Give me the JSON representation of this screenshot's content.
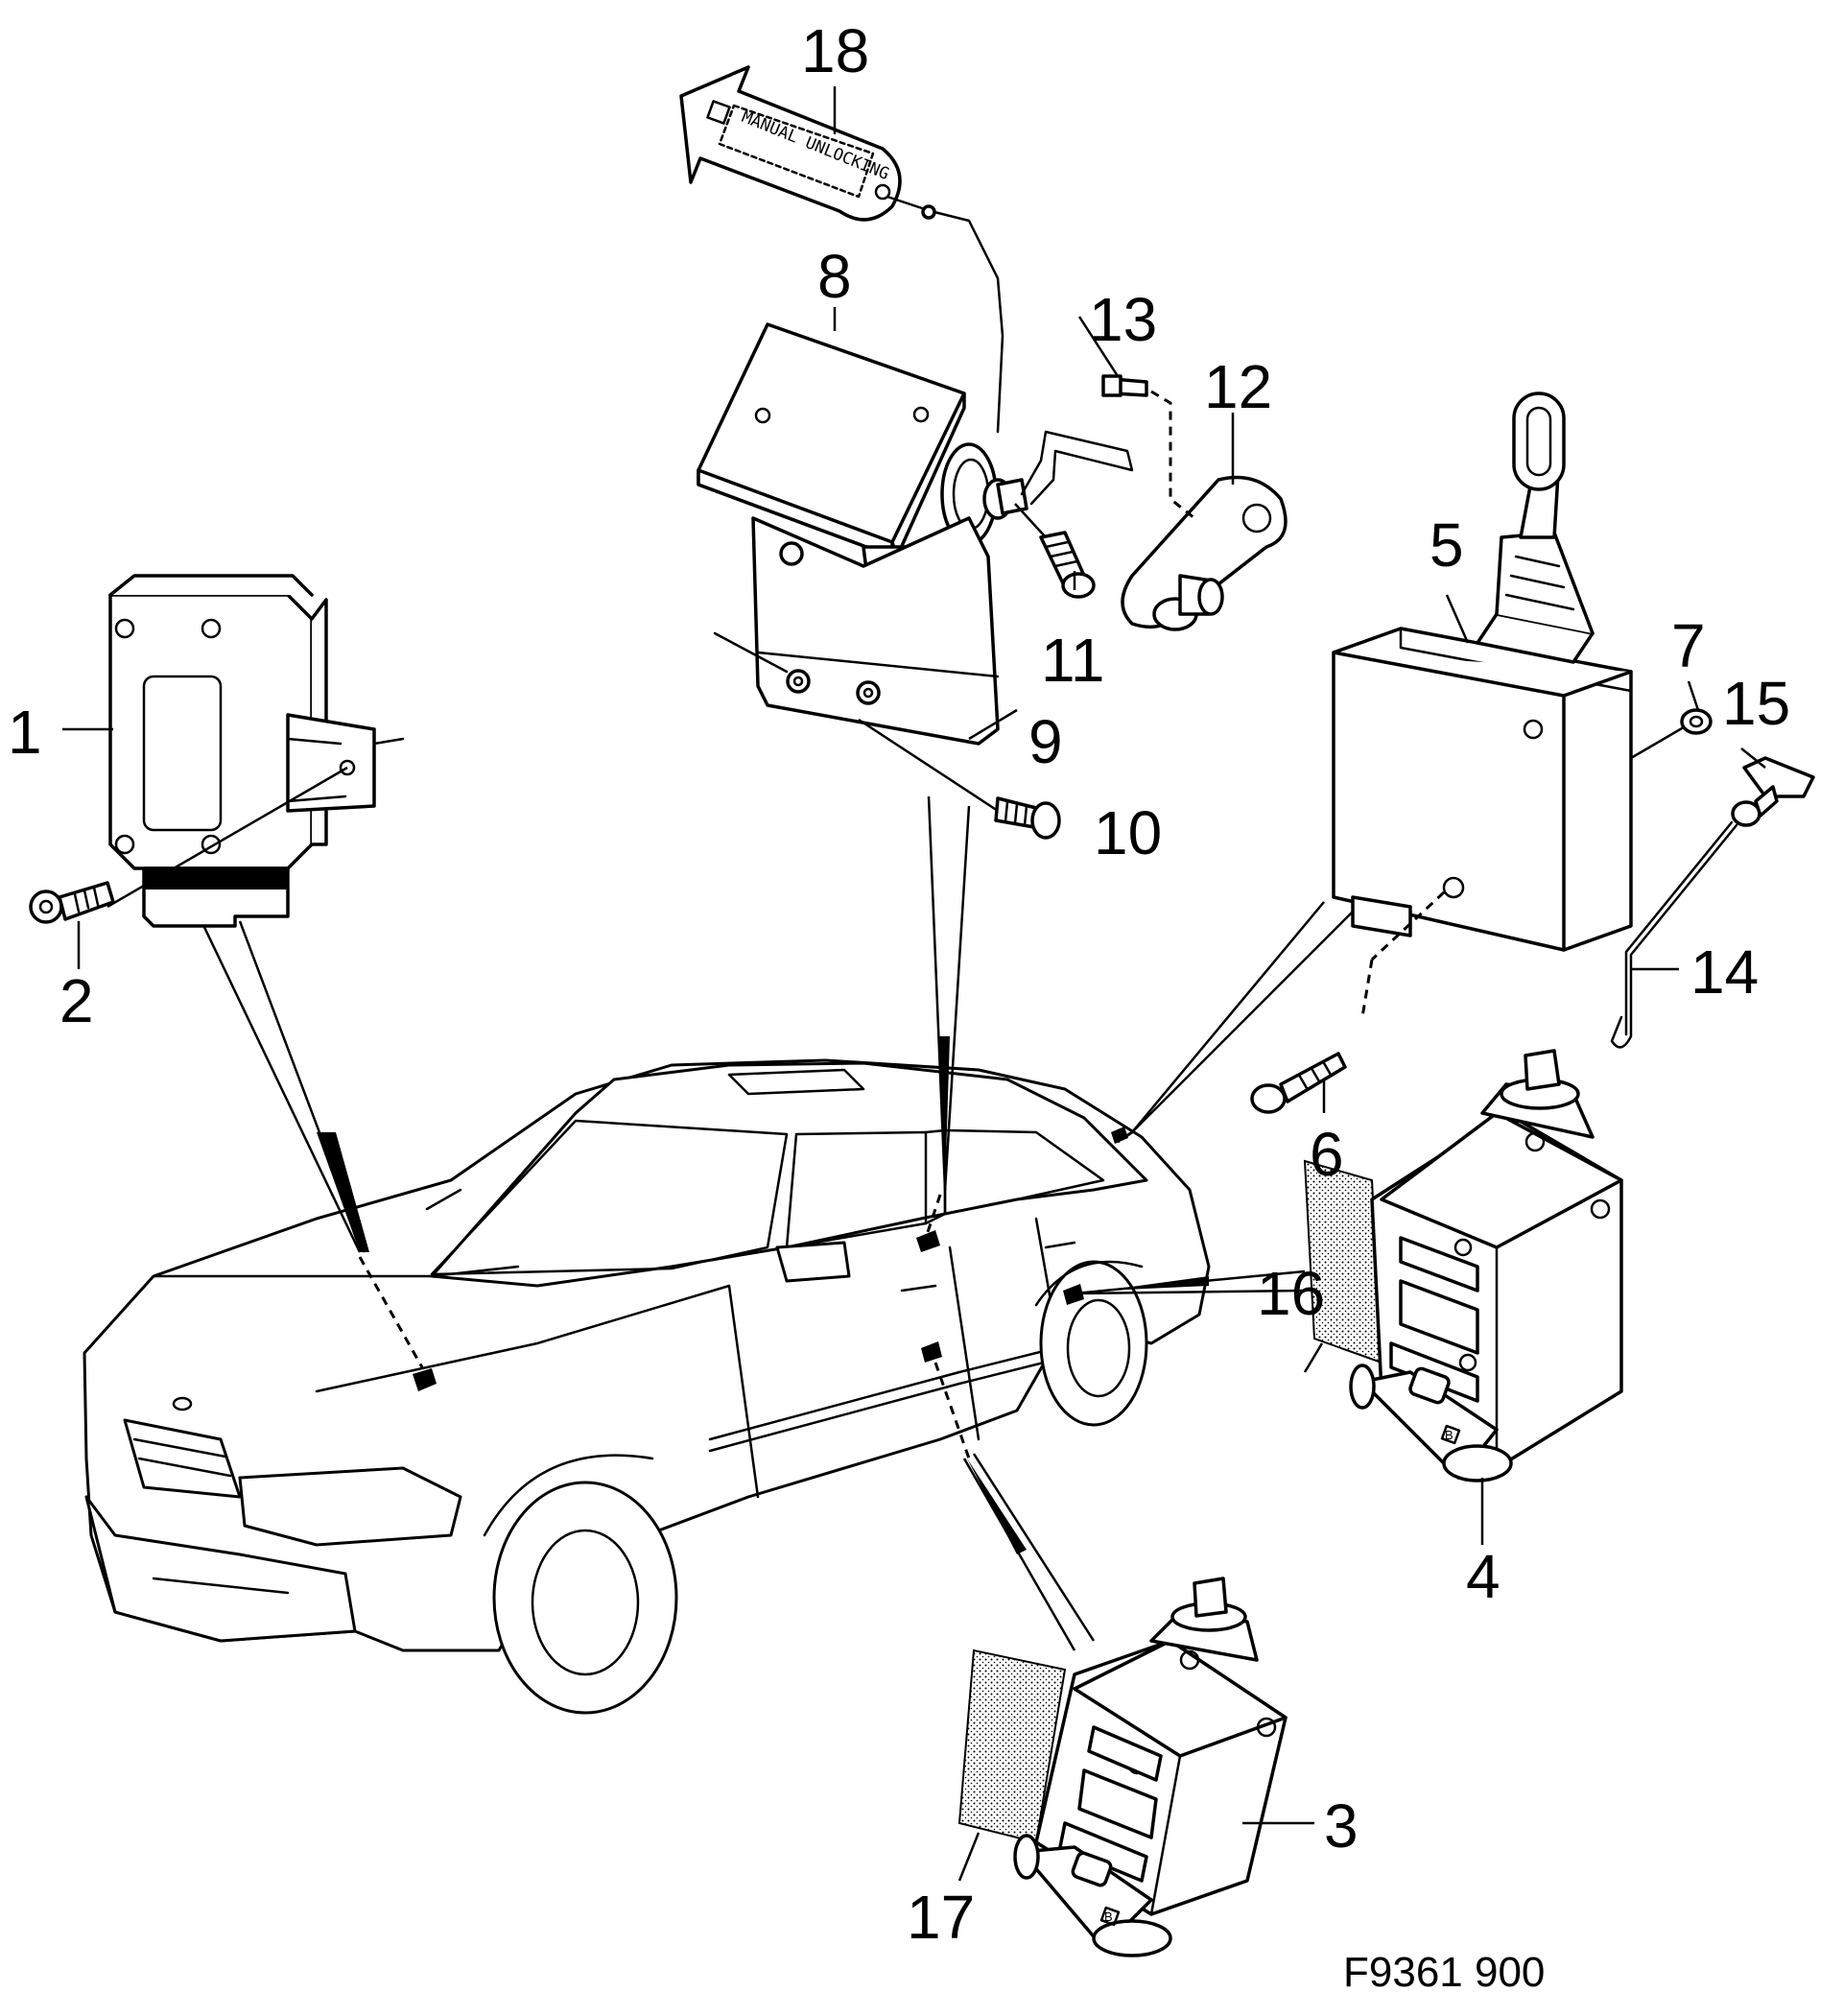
{
  "figure_code": "F9361 900",
  "tag_text": "MANUAL UNLOCKING",
  "callouts": {
    "c1": "1",
    "c2": "2",
    "c3": "3",
    "c4": "4",
    "c5": "5",
    "c6": "6",
    "c7": "7",
    "c8": "8",
    "c9": "9",
    "c10": "10",
    "c11": "11",
    "c12": "12",
    "c13": "13",
    "c14": "14",
    "c15": "15",
    "c16": "16",
    "c17": "17",
    "c18": "18"
  },
  "badges": {
    "b1": "B",
    "b2": "B"
  }
}
